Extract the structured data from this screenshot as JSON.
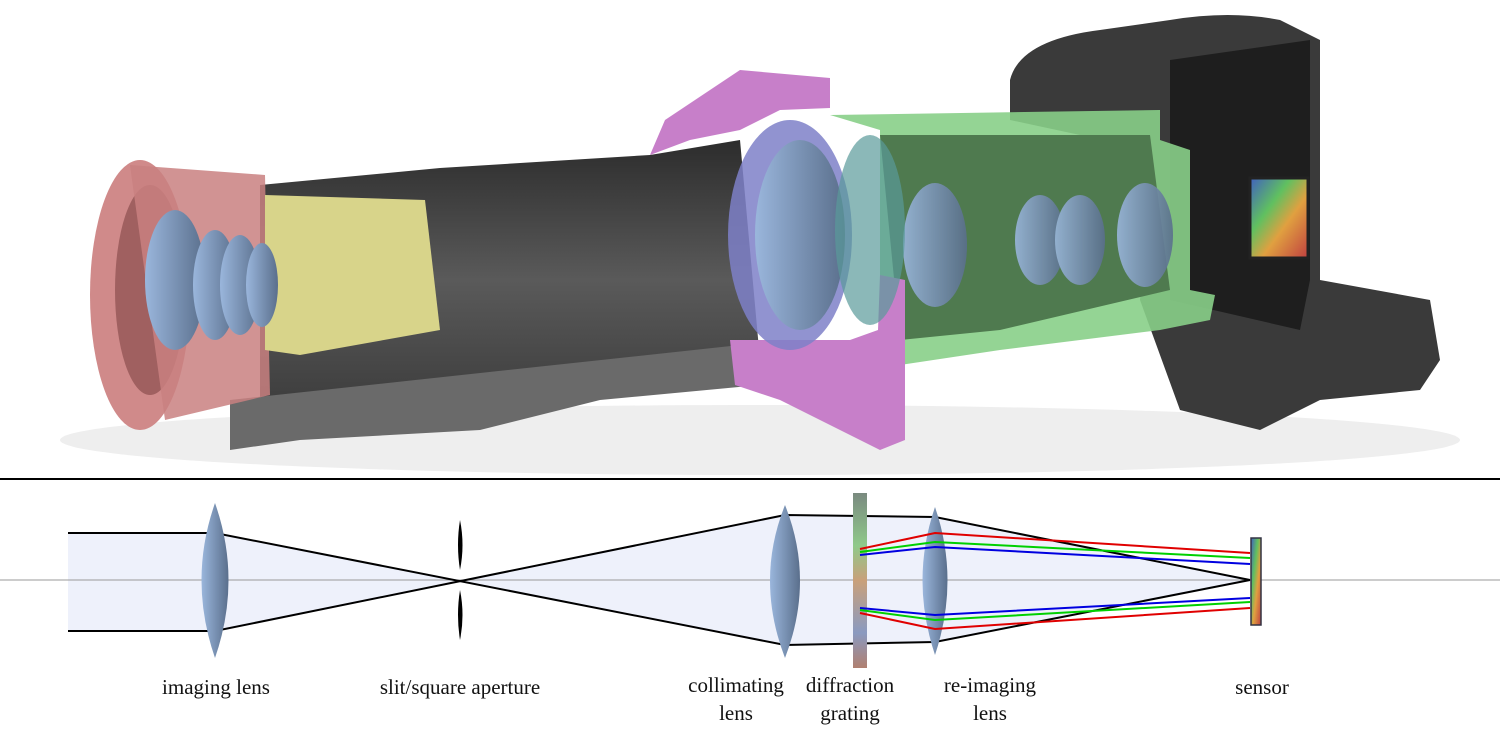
{
  "labels": {
    "imaging_lens": "imaging lens",
    "aperture": "slit/square aperture",
    "collimating_1": "collimating",
    "collimating_2": "lens",
    "grating_1": "diffraction",
    "grating_2": "grating",
    "reimaging_1": "re-imaging",
    "reimaging_2": "lens",
    "sensor": "sensor"
  },
  "colors": {
    "front_ring": "#c98080",
    "inner_barrel": "#d8d48a",
    "tube": "#4a4a4a",
    "flange": "#c77fc9",
    "housing": "#8fd98f",
    "camera_body": "#3a3a3a",
    "lens": "#7f9cc4",
    "beam_fill": "#eef1fb",
    "ray_red": "#e00000",
    "ray_green": "#00d000",
    "ray_blue": "#0000e0"
  }
}
